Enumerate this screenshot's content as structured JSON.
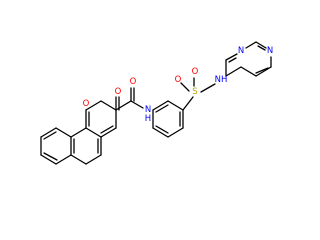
{
  "molecule": {
    "atom_labels": {
      "ring_oxygen": "O",
      "carbonyl_oxygen_lactone": "O",
      "carbonyl_oxygen_amide": "O",
      "amide_nh": "N",
      "amide_h": "H",
      "sulfur": "S",
      "sulfonyl_o_left": "O",
      "sulfonyl_o_right": "O",
      "sulfonamide_nh": "NH",
      "pyrimidine_n1": "N",
      "pyrimidine_n2": "N"
    },
    "colors": {
      "bond": "#000000",
      "oxygen": "#ff0000",
      "nitrogen": "#0000ff",
      "sulfur": "#b8a000",
      "background": "#ffffff"
    }
  }
}
